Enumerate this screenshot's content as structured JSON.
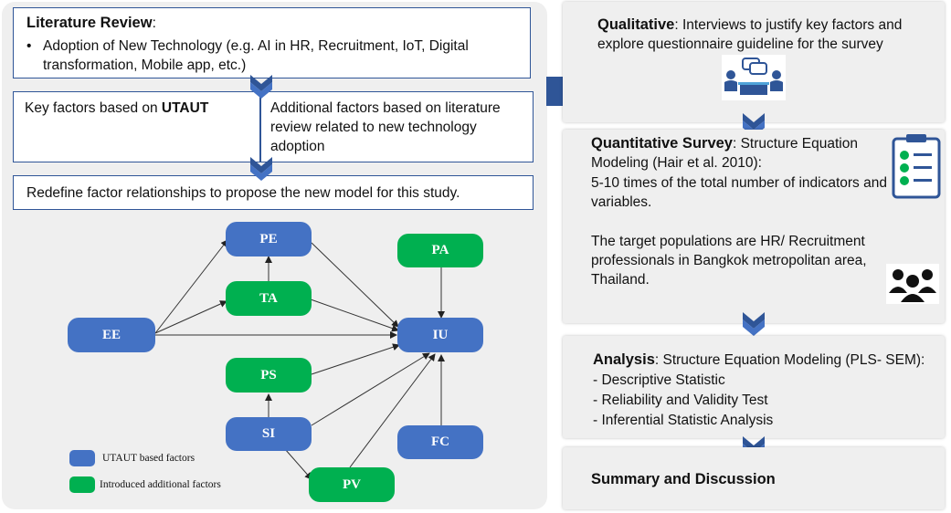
{
  "literature_review": {
    "title": "Literature Review",
    "colon": ":",
    "bullet": "Adoption of New Technology (e.g. AI in HR, Recruitment, IoT, Digital transformation, Mobile app, etc.)"
  },
  "key_factors": {
    "prefix": "Key factors based on ",
    "bold": "UTAUT"
  },
  "additional_factors": "Additional factors based on literature review related to new technology adoption",
  "redefine": "Redefine factor relationships to propose the new model for this study.",
  "nodes": {
    "pe": "PE",
    "pa": "PA",
    "ta": "TA",
    "ee": "EE",
    "iu": "IU",
    "ps": "PS",
    "si": "SI",
    "fc": "FC",
    "pv": "PV"
  },
  "legend": {
    "utaut": "UTAUT based factors",
    "introduced": "Introduced additional factors"
  },
  "qualitative": {
    "title": "Qualitative",
    "text": ": Interviews to justify key factors and explore questionnaire guideline for the survey"
  },
  "quantitative": {
    "title": "Quantitative Survey",
    "text": ": Structure Equation Modeling (Hair et al. 2010):",
    "line2": "5-10 times of the total number of indicators and variables.",
    "line3": "The target populations are HR/ Recruitment professionals in Bangkok metropolitan area, Thailand."
  },
  "analysis": {
    "title": "Analysis",
    "text": ": Structure Equation Modeling (PLS- SEM):",
    "items": [
      "- Descriptive Statistic",
      "- Reliability and Validity Test",
      "- Inferential Statistic Analysis"
    ]
  },
  "summary": "Summary and Discussion",
  "colors": {
    "blue": "#4472c4",
    "green": "#00b050",
    "border": "#2f5597",
    "chevron": "#2f5597"
  },
  "icons": [
    "chevron-down-icon",
    "arrow-right-icon",
    "meeting-icon",
    "checklist-icon",
    "people-icon"
  ]
}
